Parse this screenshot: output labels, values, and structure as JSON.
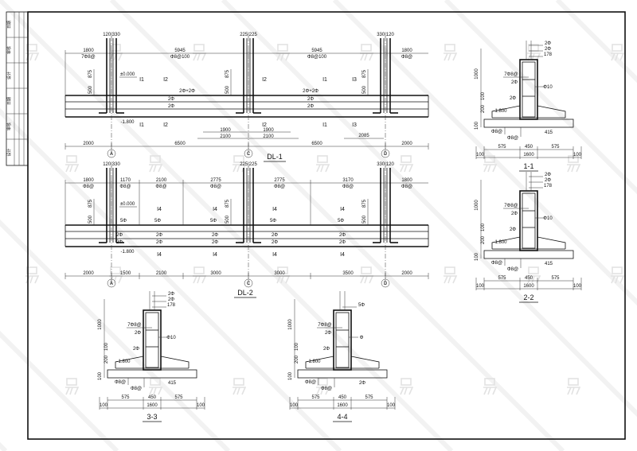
{
  "title_block": {
    "rows": [
      "日期",
      "审核",
      "设计",
      "日期",
      "审核",
      "设计"
    ]
  },
  "watermark": "易",
  "dl1": {
    "label": "DL-1",
    "axes": [
      "A",
      "C",
      "D"
    ],
    "col_tops": [
      "120|330",
      "225|225",
      "330|120"
    ],
    "top_dims": [
      "1800",
      "5945",
      "5945",
      "1800"
    ],
    "top_rebar": [
      "7Φ8@",
      "Φ8@100",
      "Φ8@100",
      "Φ8@"
    ],
    "marks_top": [
      "1",
      "2",
      "2",
      "1",
      "3"
    ],
    "marks_bottom": [
      "1",
      "2",
      "2",
      "1",
      "3"
    ],
    "bar_labels": [
      "2Φ+2Φ",
      "2Φ+2Φ",
      "2Φ",
      "2Φ",
      "2Φ",
      "2Φ"
    ],
    "elev_top": "±0.000",
    "elev_bottom": "-1.800",
    "vert_dims": [
      "875",
      "500"
    ],
    "cut_dims": [
      "1900",
      "2100",
      "1900",
      "2100",
      "2085"
    ],
    "bottom_dims": [
      "2000",
      "6500",
      "6500",
      "2000"
    ]
  },
  "dl2": {
    "label": "DL-2",
    "axes": [
      "A",
      "C",
      "D"
    ],
    "col_tops": [
      "120|330",
      "225|225",
      "330|120"
    ],
    "top_dims": [
      "1800",
      "1170",
      "2100",
      "2775",
      "2775",
      "3170",
      "1800"
    ],
    "top_rebar": [
      "Φ8@",
      "Φ8@",
      "Φ8@",
      "Φ8@",
      "Φ8@",
      "Φ8@",
      "Φ8@"
    ],
    "marks_top": [
      "4",
      "4",
      "4",
      "4"
    ],
    "marks_bottom": [
      "4",
      "4",
      "4",
      "4"
    ],
    "bar_labels": [
      "5Φ",
      "5Φ",
      "5Φ",
      "5Φ",
      "5Φ"
    ],
    "mid_bars": [
      "2Φ",
      "2Φ",
      "2Φ",
      "2Φ",
      "2Φ"
    ],
    "elev_top": "±0.000",
    "elev_bottom": "-1.800",
    "vert_dims": [
      "875",
      "500"
    ],
    "bottom_dims": [
      "2000",
      "1500",
      "2100",
      "3000",
      "3000",
      "3500",
      "2000"
    ]
  },
  "sections": [
    {
      "label": "1-1",
      "top": [
        "178",
        "2Φ",
        "2Φ"
      ],
      "left": [
        "7Φ8@",
        "2Φ",
        "2Φ"
      ],
      "right": "Φ10",
      "elev": "-1.800",
      "vert": [
        "1000",
        "200",
        "100",
        "100"
      ],
      "bottom_left": [
        "Φ8@",
        "Φ8@"
      ],
      "bottom_right": "415",
      "dims": [
        "575",
        "450",
        "575"
      ],
      "total": "1600",
      "edge": [
        "100",
        "100"
      ]
    },
    {
      "label": "2-2",
      "top": [
        "178",
        "2Φ",
        "2Φ"
      ],
      "left": [
        "7Φ8@",
        "2Φ",
        "2Φ"
      ],
      "right": "Φ10",
      "elev": "-1.800",
      "vert": [
        "1000",
        "200",
        "100",
        "100"
      ],
      "bottom_left": [
        "Φ8@",
        "Φ8@"
      ],
      "bottom_right": "415",
      "dims": [
        "575",
        "450",
        "575"
      ],
      "total": "1600",
      "edge": [
        "100",
        "100"
      ]
    },
    {
      "label": "3-3",
      "top": [
        "178",
        "2Φ",
        "2Φ"
      ],
      "left": [
        "7Φ8@",
        "2Φ",
        "2Φ"
      ],
      "right": "Φ10",
      "elev": "-1.800",
      "vert": [
        "1000",
        "200",
        "100",
        "100"
      ],
      "bottom_left": [
        "Φ8@",
        "Φ8@"
      ],
      "bottom_right": "415",
      "dims": [
        "575",
        "450",
        "575"
      ],
      "total": "1600",
      "edge": [
        "100",
        "100"
      ]
    },
    {
      "label": "4-4",
      "top": [
        "5Φ"
      ],
      "left": [
        "7Φ8@",
        "2Φ",
        "2Φ"
      ],
      "right": "Φ",
      "elev": "-1.800",
      "vert": [
        "1000",
        "200",
        "100",
        "100"
      ],
      "bottom_left": [
        "Φ8@",
        "Φ8@"
      ],
      "bottom_right": "2Φ",
      "dims": [
        "575",
        "450",
        "575"
      ],
      "total": "1600",
      "edge": [
        "100",
        "100"
      ]
    }
  ]
}
